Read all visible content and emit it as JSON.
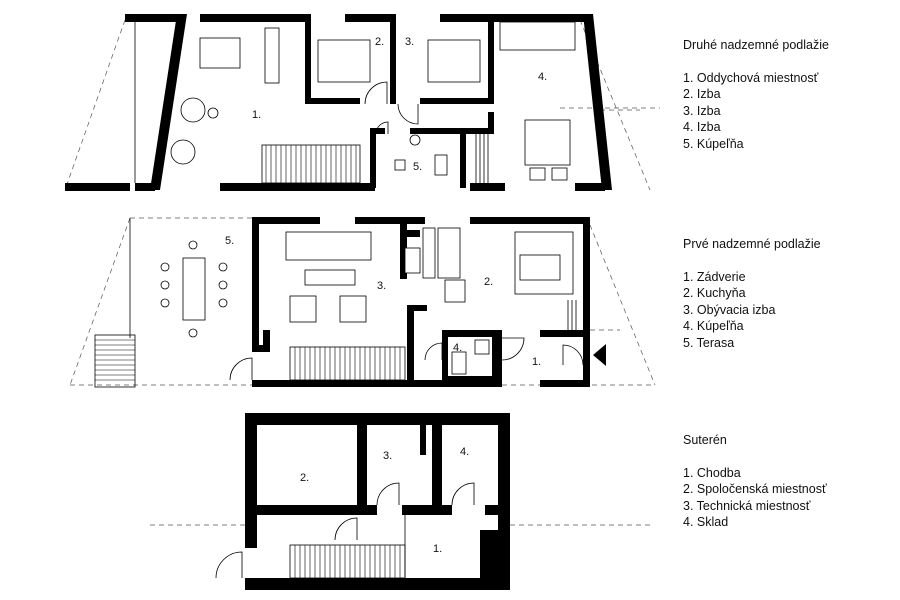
{
  "floors": [
    {
      "title": "Druhé nadzemné podlažie",
      "rooms": [
        "1. Oddychová miestnosť",
        "2. Izba",
        "3. Izba",
        "4. Izba",
        "5. Kúpeľňa"
      ],
      "plan_labels": [
        "1.",
        "2.",
        "3.",
        "4.",
        "5."
      ]
    },
    {
      "title": "Prvé nadzemné podlažie",
      "rooms": [
        "1. Zádverie",
        "2. Kuchyňa",
        "3. Obývacia izba",
        "4. Kúpeľňa",
        "5. Terasa"
      ],
      "plan_labels": [
        "1.",
        "2.",
        "3.",
        "4.",
        "5."
      ]
    },
    {
      "title": "Suterén",
      "rooms": [
        "1. Chodba",
        "2. Spoločenská miestnosť",
        "3. Technická miestnosť",
        "4. Sklad"
      ],
      "plan_labels": [
        "1.",
        "2.",
        "3.",
        "4."
      ]
    }
  ]
}
